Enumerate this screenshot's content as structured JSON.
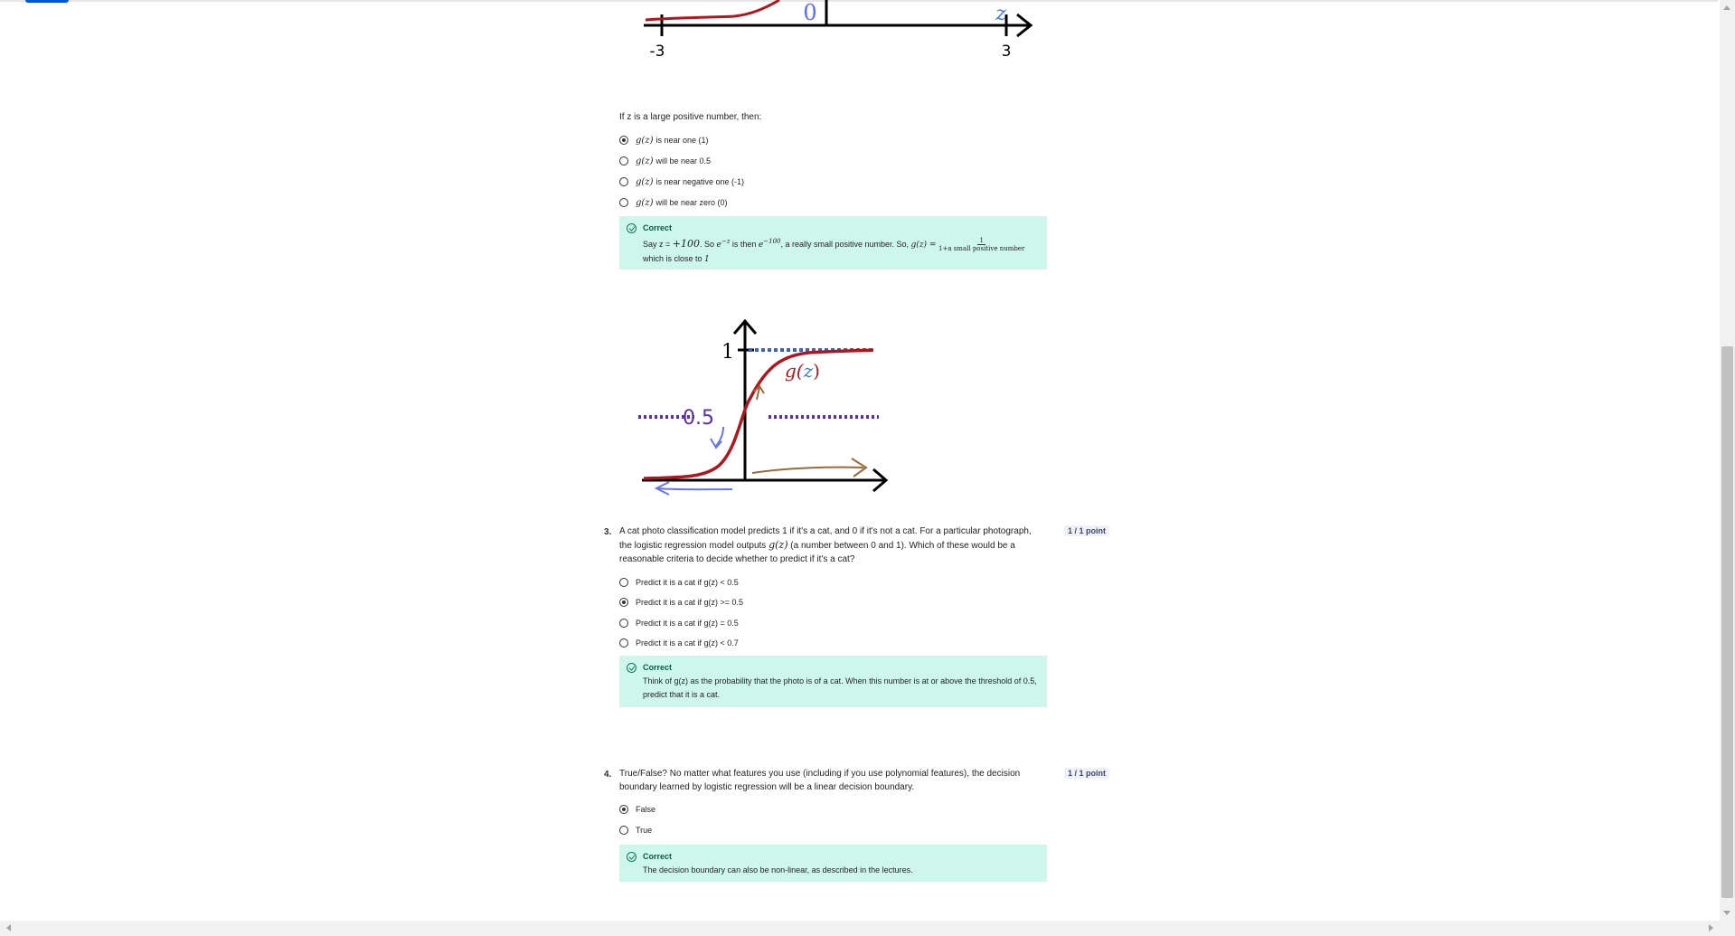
{
  "figure_top": {
    "tick_left": "-3",
    "tick_right": "3",
    "zero_label": "0",
    "axis_var": "z"
  },
  "q2": {
    "prompt": "If z is a large positive number, then:",
    "options": [
      {
        "math": "g(z)",
        "text": "is near one (1)",
        "selected": true
      },
      {
        "math": "g(z)",
        "text": "will be near 0.5",
        "selected": false
      },
      {
        "math": "g(z)",
        "text": "is near negative one (-1)",
        "selected": false
      },
      {
        "math": "g(z)",
        "text": "will be near zero (0)",
        "selected": false
      }
    ],
    "feedback_title": "Correct",
    "feedback_p1": "Say z = ",
    "feedback_math1": "+100",
    "feedback_p2": ". So ",
    "feedback_math2": "e",
    "feedback_sup2": "−z",
    "feedback_p3": " is then ",
    "feedback_math3": "e",
    "feedback_sup3": "−100",
    "feedback_p4": ", a really small positive number. So, ",
    "feedback_math4": "g(z) =",
    "feedback_frac_num": "1",
    "feedback_frac_den": "1+a small positive number",
    "feedback_line2": "which is close to ",
    "feedback_line2_math": "1"
  },
  "figure_sigmoid": {
    "one_label": "1",
    "half_label": "0.5",
    "curve_label_g": "g(",
    "curve_label_z": "z",
    "curve_label_close": ")"
  },
  "q3": {
    "number": "3.",
    "points": "1 / 1 point",
    "prompt_a": "A cat photo classification model predicts 1 if it's a cat, and 0 if it's not a cat. For a particular photograph, the logistic regression model outputs ",
    "prompt_math": "g(z)",
    "prompt_b": " (a number between 0 and 1). Which of these would be a reasonable criteria to decide whether to predict if it's a cat?",
    "options": [
      {
        "text": "Predict it is a cat if g(z) < 0.5",
        "selected": false
      },
      {
        "text": "Predict it is a cat if g(z) >= 0.5",
        "selected": true
      },
      {
        "text": "Predict it is a cat if g(z) = 0.5",
        "selected": false
      },
      {
        "text": "Predict it is a cat if g(z) < 0.7",
        "selected": false
      }
    ],
    "feedback_title": "Correct",
    "feedback_text": "Think of g(z) as the probability that the photo is of a cat. When this number is at or above the threshold of 0.5, predict that it is a cat."
  },
  "q4": {
    "number": "4.",
    "points": "1 / 1 point",
    "prompt": "True/False? No matter what features you use (including if you use polynomial features), the decision boundary learned by logistic regression will be a linear decision boundary.",
    "options": [
      {
        "text": "False",
        "selected": true
      },
      {
        "text": "True",
        "selected": false
      }
    ],
    "feedback_title": "Correct",
    "feedback_text": "The decision boundary can also be non-linear, as described in the lectures."
  },
  "colors": {
    "correct_bg": "#cdf7ec",
    "correct_text": "#0a5a41",
    "curve": "#b0161e",
    "one_line": "#3d5fbf",
    "half_line": "#5b2fa8",
    "arrow_brown": "#9a6a3a",
    "arrow_blue": "#6677e8"
  }
}
